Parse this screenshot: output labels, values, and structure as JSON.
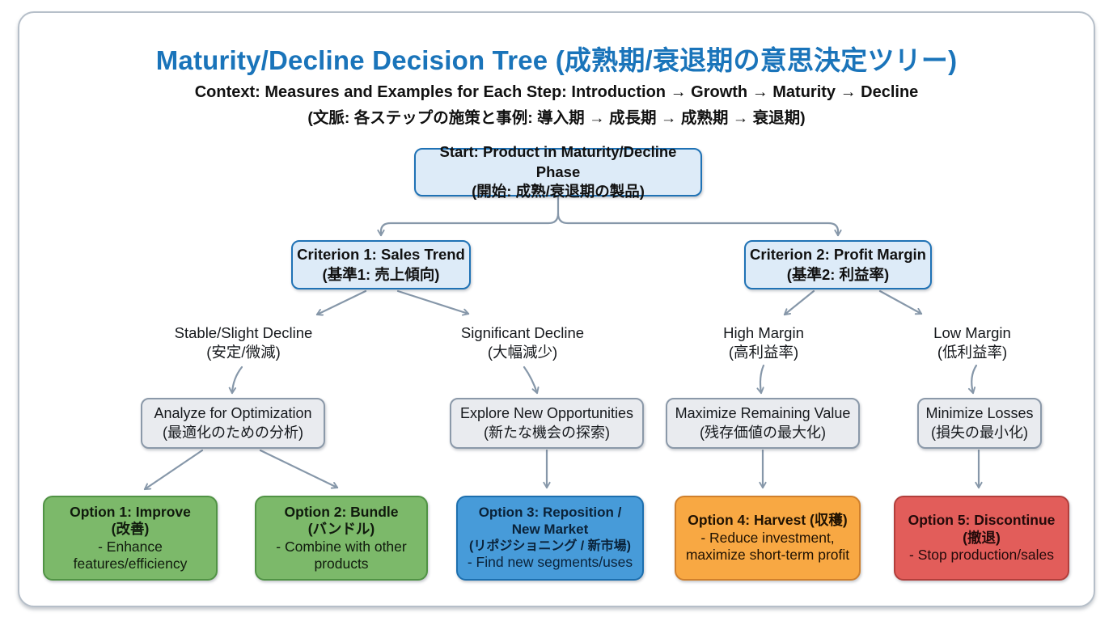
{
  "page": {
    "title": "Maturity/Decline Decision Tree (成熟期/衰退期の意思決定ツリー)",
    "subtitle_en": "Context: Measures and Examples for Each Step: Introduction → Growth → Maturity → Decline",
    "subtitle_ja": "(文脈: 各ステップの施策と事例: 導入期 → 成長期 → 成熟期 → 衰退期)"
  },
  "nodes": {
    "start": {
      "line1": "Start: Product in Maturity/Decline Phase",
      "line2": "(開始: 成熟/衰退期の製品)"
    },
    "criterion1": {
      "line1": "Criterion 1: Sales Trend",
      "line2": "(基準1: 売上傾向)"
    },
    "criterion2": {
      "line1": "Criterion 2: Profit Margin",
      "line2": "(基準2: 利益率)"
    },
    "analyze": {
      "line1": "Analyze for Optimization",
      "line2": "(最適化のための分析)"
    },
    "explore": {
      "line1": "Explore New Opportunities",
      "line2": "(新たな機会の探索)"
    },
    "maximize": {
      "line1": "Maximize Remaining Value",
      "line2": "(残存価値の最大化)"
    },
    "minimize": {
      "line1": "Minimize Losses",
      "line2": "(損失の最小化)"
    }
  },
  "edge_labels": {
    "stable": {
      "line1": "Stable/Slight Decline",
      "line2": "(安定/微減)"
    },
    "significant": {
      "line1": "Significant Decline",
      "line2": "(大幅減少)"
    },
    "high": {
      "line1": "High Margin",
      "line2": "(高利益率)"
    },
    "low": {
      "line1": "Low Margin",
      "line2": "(低利益率)"
    }
  },
  "options": {
    "o1": {
      "title": "Option 1: Improve",
      "title_ja": "(改善)",
      "detail": "- Enhance features/efficiency"
    },
    "o2": {
      "title": "Option 2: Bundle",
      "title_ja": "(バンドル)",
      "detail": "- Combine with other products"
    },
    "o3": {
      "title": "Option 3: Reposition / New Market",
      "title_ja": "(リポジショニング / 新市場)",
      "detail": "- Find new segments/uses"
    },
    "o4": {
      "title": "Option 4: Harvest (収穫)",
      "detail": "- Reduce investment, maximize short-term profit"
    },
    "o5": {
      "title": "Option 5: Discontinue",
      "title_ja": "(撤退)",
      "detail": "- Stop production/sales"
    }
  },
  "colors": {
    "title_accent": "#1a74ba",
    "decision_fill": "#ddebf8",
    "decision_border": "#1f72b5",
    "action_fill": "#e9ebef",
    "action_border": "#8b99a9",
    "option_green_fill": "#7cb96a",
    "option_green_border": "#519345",
    "option_blue_fill": "#479bd9",
    "option_blue_border": "#1d6fae",
    "option_orange_fill": "#f8a843",
    "option_orange_border": "#d0802c",
    "option_red_fill": "#e25d5a",
    "option_red_border": "#b23f3c",
    "arrow": "#8697a9"
  }
}
